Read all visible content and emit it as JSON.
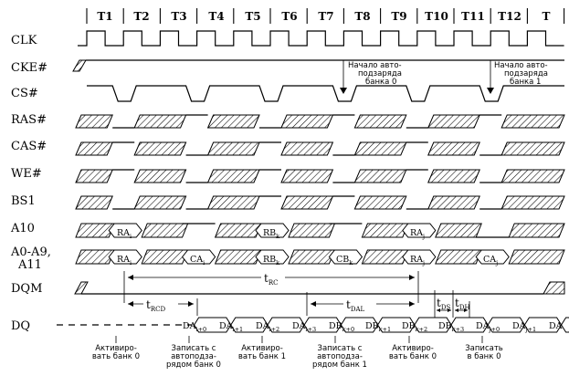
{
  "periods": [
    "T1",
    "T2",
    "T3",
    "T4",
    "T5",
    "T6",
    "T7",
    "T8",
    "T9",
    "T10",
    "T11",
    "T12",
    "T"
  ],
  "signals": {
    "clk": "CLK",
    "cke": "CKE#",
    "cs": "CS#",
    "ras": "RAS#",
    "cas": "CAS#",
    "we": "WE#",
    "bs1": "BS1",
    "a10": "A10",
    "addr_line1": "A0-A9,",
    "addr_line2": "A11",
    "dqm": "DQM",
    "dq": "DQ"
  },
  "precharge_notes": [
    [
      "Начало авто-",
      "подзаряда",
      "банка 0"
    ],
    [
      "Начало авто-",
      "подзаряда",
      "банка 1"
    ]
  ],
  "a10_values": [
    {
      "main": "RA",
      "sub": "i"
    },
    {
      "main": "RB",
      "sub": "k"
    },
    {
      "main": "RA",
      "sub": "j"
    }
  ],
  "addr_values": [
    {
      "main": "RA",
      "sub": "i"
    },
    {
      "main": "CA",
      "sub": "i"
    },
    {
      "main": "RB",
      "sub": "k"
    },
    {
      "main": "CB",
      "sub": "k"
    },
    {
      "main": "RA",
      "sub": "j"
    },
    {
      "main": "CA",
      "sub": "j"
    }
  ],
  "dq_values": [
    {
      "main": "DA",
      "sub": "i+0"
    },
    {
      "main": "DA",
      "sub": "i+1"
    },
    {
      "main": "DA",
      "sub": "i+2"
    },
    {
      "main": "DA",
      "sub": "i+3"
    },
    {
      "main": "DB",
      "sub": "k+0"
    },
    {
      "main": "DB",
      "sub": "k+1"
    },
    {
      "main": "DB",
      "sub": "k+2"
    },
    {
      "main": "DB",
      "sub": "k+3"
    },
    {
      "main": "DA",
      "sub": "j+0"
    },
    {
      "main": "DA",
      "sub": "j+1"
    },
    {
      "main": "DA",
      "sub": ""
    }
  ],
  "timings": {
    "trc": {
      "main": "t",
      "sub": "RC"
    },
    "trcd": {
      "main": "t",
      "sub": "RCD"
    },
    "tdal": {
      "main": "t",
      "sub": "DAL"
    },
    "tds": {
      "main": "t",
      "sub": "DS"
    },
    "tdh": {
      "main": "t",
      "sub": "DH"
    }
  },
  "command_notes": [
    [
      "Активиро-",
      "вать банк 0"
    ],
    [
      "Записать с",
      "автоподза-",
      "рядом банк 0"
    ],
    [
      "Активиро-",
      "вать банк 1"
    ],
    [
      "Записать с",
      "автоподза-",
      "рядом банк 1"
    ],
    [
      "Активиро-",
      "вать банк 0"
    ],
    [
      "Записать",
      "в банк 0"
    ]
  ]
}
